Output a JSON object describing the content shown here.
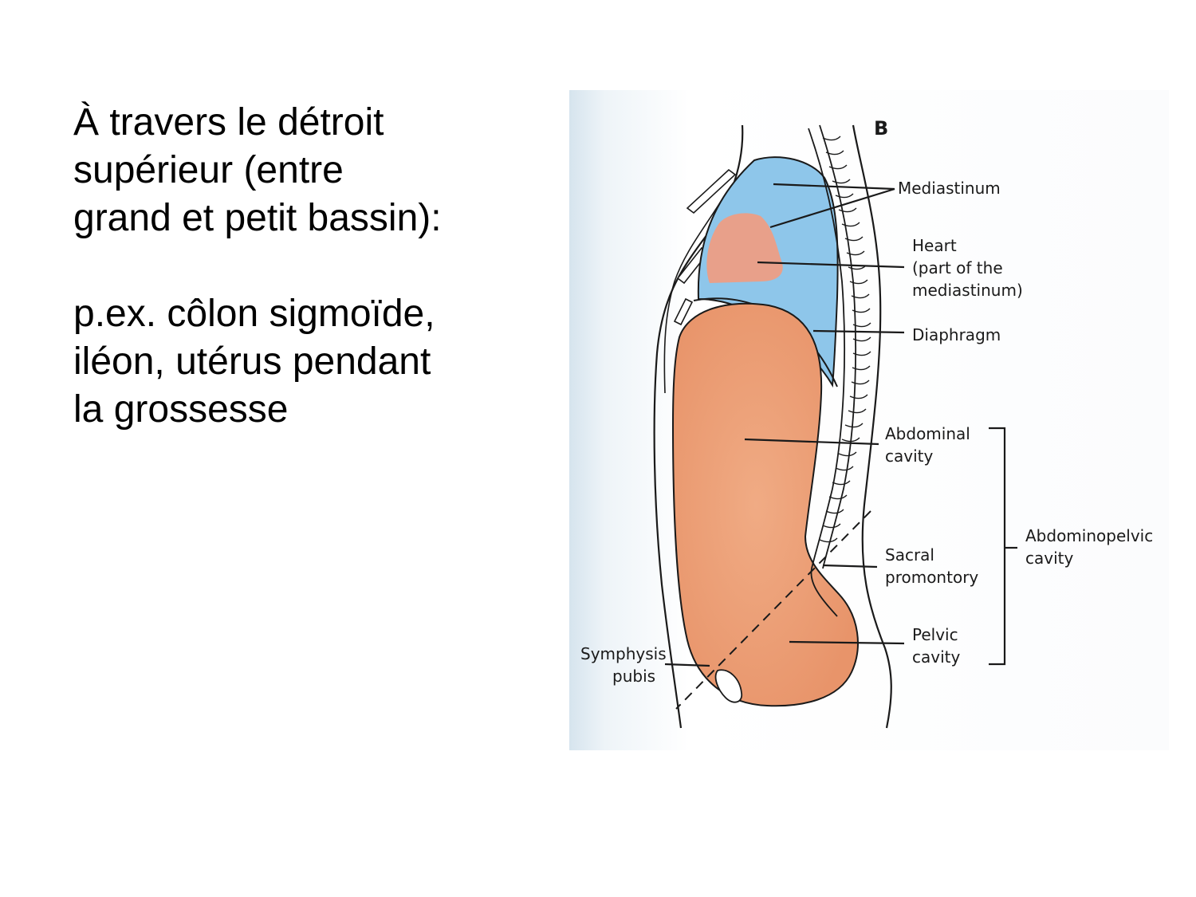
{
  "slide": {
    "heading_lines": [
      "À travers le détroit",
      "supérieur (entre",
      "grand et petit bassin):"
    ],
    "example_lines": [
      "p.ex. côlon sigmoïde,",
      "iléon, utérus pendant",
      "la grossesse"
    ]
  },
  "figure": {
    "panel_letter": "B",
    "labels": {
      "mediastinum": "Mediastinum",
      "heart_1": "Heart",
      "heart_2": "(part of the",
      "heart_3": "mediastinum)",
      "diaphragm": "Diaphragm",
      "abdominal_1": "Abdominal",
      "abdominal_2": "cavity",
      "abdominopelvic_1": "Abdominopelvic",
      "abdominopelvic_2": "cavity",
      "sacral_1": "Sacral",
      "sacral_2": "promontory",
      "pelvic_1": "Pelvic",
      "pelvic_2": "cavity",
      "symphysis_1": "Symphysis",
      "symphysis_2": "pubis"
    },
    "colors": {
      "thoracic_cavity": "#8ec6ea",
      "heart": "#e8a08a",
      "abdominopelvic_cavity": "#eea27a",
      "paper_tint": "#dde9f1",
      "line": "#1a1a1a"
    }
  }
}
